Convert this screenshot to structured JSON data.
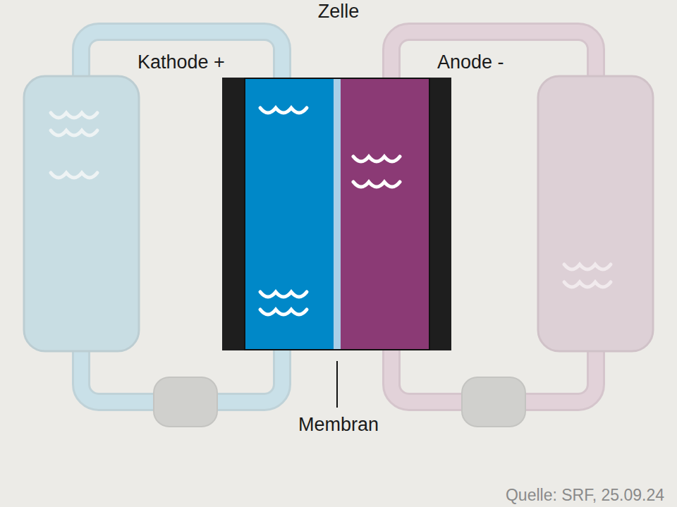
{
  "diagram": {
    "nodes": [
      {
        "text": [
          "Zelle"
        ]
      }
    ],
    "edges": [],
    "labels": [
      "Kathode +",
      "Anode -",
      "Membran",
      "Quelle: SRF, 25.09.24"
    ]
  }
}
